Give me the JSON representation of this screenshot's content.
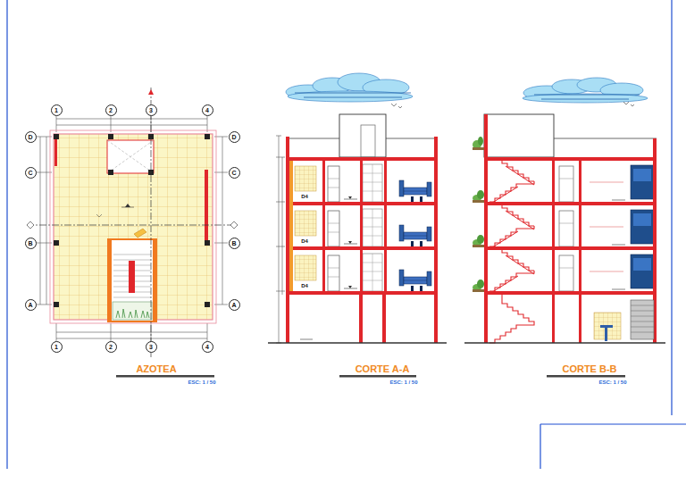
{
  "diagram": {
    "nodes": [
      {
        "text": [
          "1"
        ]
      },
      {
        "text": [
          "2"
        ]
      },
      {
        "text": [
          "3"
        ]
      },
      {
        "text": [
          "4"
        ]
      },
      {
        "text": [
          "D"
        ]
      },
      {
        "text": [
          "D"
        ]
      },
      {
        "text": [
          "C"
        ]
      },
      {
        "text": [
          "C"
        ]
      },
      {
        "text": [
          "B"
        ]
      },
      {
        "text": [
          "B"
        ]
      },
      {
        "text": [
          "A"
        ]
      },
      {
        "text": [
          "A"
        ]
      },
      {
        "text": [
          "1"
        ]
      },
      {
        "text": [
          "2"
        ]
      },
      {
        "text": [
          "3"
        ]
      },
      {
        "text": [
          "4"
        ]
      }
    ],
    "labels": [
      "AZOTEA",
      "ESC: 1 / 50",
      "CORTE A-A",
      "ESC: 1 / 50",
      "CORTE B-B",
      "ESC: 1 / 50",
      "D4",
      "D4",
      "D4"
    ]
  }
}
